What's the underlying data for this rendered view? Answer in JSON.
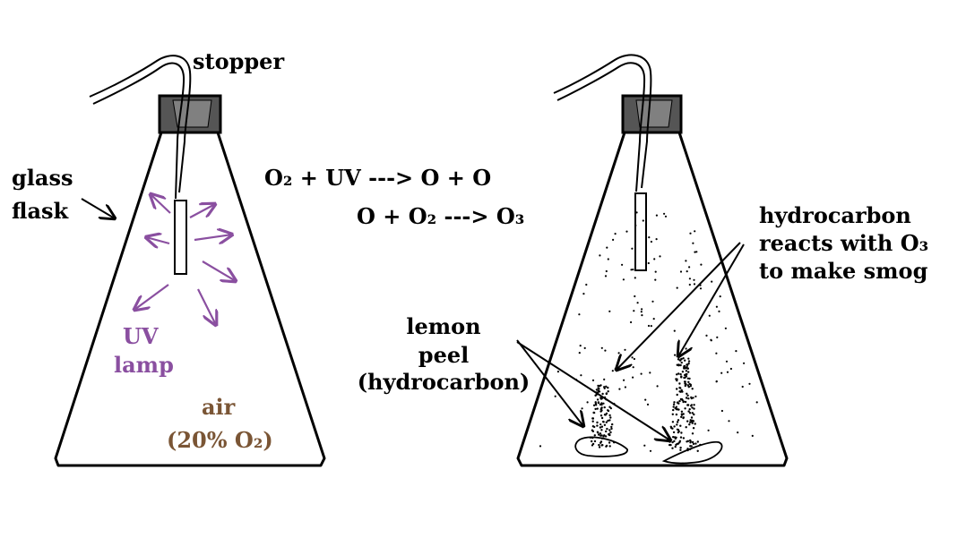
{
  "labels": {
    "stopper": "stopper",
    "glass_flask_line1": "glass",
    "glass_flask_line2": "flask",
    "uv_lamp_line1": "UV",
    "uv_lamp_line2": "lamp",
    "air_line1": "air",
    "air_line2": "(20% O₂)",
    "eq1": "O₂ + UV ---> O + O",
    "eq2": "O + O₂ ---> O₃",
    "hydrocarbon_line1": "hydrocarbon",
    "hydrocarbon_line2": "reacts with O₃",
    "hydrocarbon_line3": "to make smog",
    "lemon_line1": "lemon",
    "lemon_line2": "peel",
    "lemon_line3": "(hydrocarbon)"
  },
  "colors": {
    "uv_arrows": "#8a4fa0",
    "air_text": "#7a5535",
    "stopper_fill": "#555555",
    "stopper_inner": "#808080",
    "ink": "#000000"
  }
}
